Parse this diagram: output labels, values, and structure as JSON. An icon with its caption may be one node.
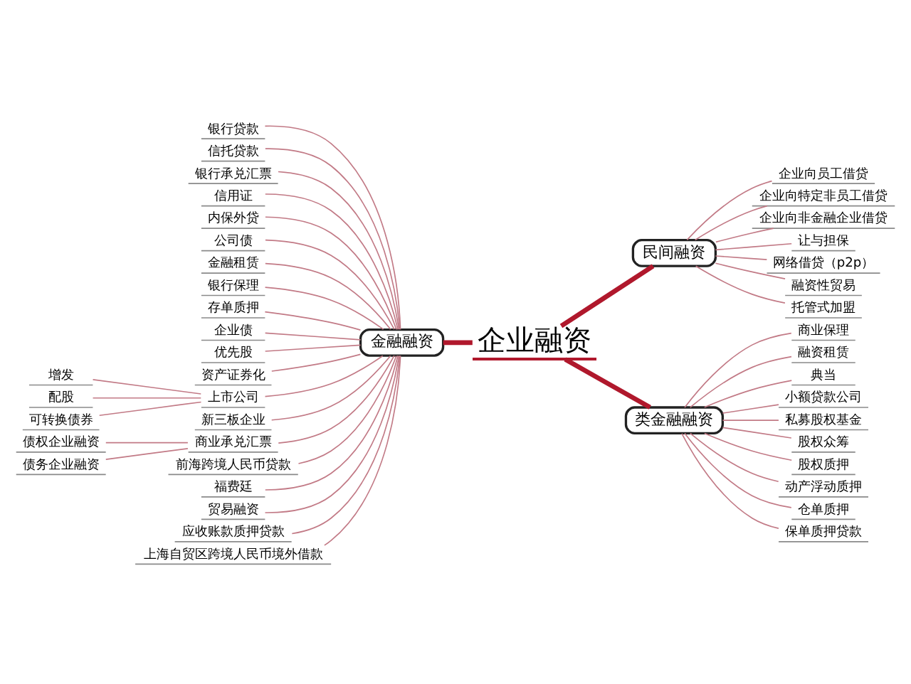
{
  "diagram": {
    "nodes": [
      {
        "text": [
          "企业融资"
        ]
      },
      {
        "text": [
          "民间融资"
        ]
      },
      {
        "text": [
          "企业向员工借贷"
        ]
      },
      {
        "text": [
          "企业向特定非员工借贷"
        ]
      },
      {
        "text": [
          "企业向非金融企业借贷"
        ]
      },
      {
        "text": [
          "让与担保"
        ]
      },
      {
        "text": [
          "网络借贷（p2p）"
        ]
      },
      {
        "text": [
          "融资性贸易"
        ]
      },
      {
        "text": [
          "托管式加盟"
        ]
      },
      {
        "text": [
          "金融融资"
        ]
      },
      {
        "text": [
          "银行贷款"
        ]
      },
      {
        "text": [
          "信托贷款"
        ]
      },
      {
        "text": [
          "银行承兑汇票"
        ]
      },
      {
        "text": [
          "信用证"
        ]
      },
      {
        "text": [
          "内保外贷"
        ]
      },
      {
        "text": [
          "公司债"
        ]
      },
      {
        "text": [
          "金融租赁"
        ]
      },
      {
        "text": [
          "银行保理"
        ]
      },
      {
        "text": [
          "存单质押"
        ]
      },
      {
        "text": [
          "企业债"
        ]
      },
      {
        "text": [
          "优先股"
        ]
      },
      {
        "text": [
          "资产证券化"
        ]
      },
      {
        "text": [
          "上市公司"
        ]
      },
      {
        "text": [
          "增发"
        ]
      },
      {
        "text": [
          "配股"
        ]
      },
      {
        "text": [
          "可转换债券"
        ]
      },
      {
        "text": [
          "新三板企业"
        ]
      },
      {
        "text": [
          "商业承兑汇票"
        ]
      },
      {
        "text": [
          "债权企业融资"
        ]
      },
      {
        "text": [
          "债务企业融资"
        ]
      },
      {
        "text": [
          "前海跨境人民币贷款"
        ]
      },
      {
        "text": [
          "福费廷"
        ]
      },
      {
        "text": [
          "贸易融资"
        ]
      },
      {
        "text": [
          "应收账款质押贷款"
        ]
      },
      {
        "text": [
          "上海自贸区跨境人民币境外借款"
        ]
      },
      {
        "text": [
          "类金融融资"
        ]
      },
      {
        "text": [
          "商业保理"
        ]
      },
      {
        "text": [
          "融资租赁"
        ]
      },
      {
        "text": [
          "典当"
        ]
      },
      {
        "text": [
          "小额贷款公司"
        ]
      },
      {
        "text": [
          "私募股权基金"
        ]
      },
      {
        "text": [
          "股权众筹"
        ]
      },
      {
        "text": [
          "股权质押"
        ]
      },
      {
        "text": [
          "动产浮动质押"
        ]
      },
      {
        "text": [
          "仓单质押"
        ]
      },
      {
        "text": [
          "保单质押贷款"
        ]
      }
    ],
    "edges": [
      {
        "from": 0,
        "to": 1,
        "arrow": "none",
        "style": "thick",
        "color": "#b0182c"
      },
      {
        "from": 0,
        "to": 9,
        "arrow": "none",
        "style": "thick",
        "color": "#b0182c"
      },
      {
        "from": 0,
        "to": 35,
        "arrow": "none",
        "style": "thick",
        "color": "#b0182c"
      },
      {
        "from": 1,
        "to": 2,
        "arrow": "none"
      },
      {
        "from": 1,
        "to": 3,
        "arrow": "none"
      },
      {
        "from": 1,
        "to": 4,
        "arrow": "none"
      },
      {
        "from": 1,
        "to": 5,
        "arrow": "none"
      },
      {
        "from": 1,
        "to": 6,
        "arrow": "none"
      },
      {
        "from": 1,
        "to": 7,
        "arrow": "none"
      },
      {
        "from": 1,
        "to": 8,
        "arrow": "none"
      },
      {
        "from": 9,
        "to": 10,
        "arrow": "none"
      },
      {
        "from": 9,
        "to": 11,
        "arrow": "none"
      },
      {
        "from": 9,
        "to": 12,
        "arrow": "none"
      },
      {
        "from": 9,
        "to": 13,
        "arrow": "none"
      },
      {
        "from": 9,
        "to": 14,
        "arrow": "none"
      },
      {
        "from": 9,
        "to": 15,
        "arrow": "none"
      },
      {
        "from": 9,
        "to": 16,
        "arrow": "none"
      },
      {
        "from": 9,
        "to": 17,
        "arrow": "none"
      },
      {
        "from": 9,
        "to": 18,
        "arrow": "none"
      },
      {
        "from": 9,
        "to": 19,
        "arrow": "none"
      },
      {
        "from": 9,
        "to": 20,
        "arrow": "none"
      },
      {
        "from": 9,
        "to": 21,
        "arrow": "none"
      },
      {
        "from": 9,
        "to": 22,
        "arrow": "none"
      },
      {
        "from": 22,
        "to": 23,
        "arrow": "none"
      },
      {
        "from": 22,
        "to": 24,
        "arrow": "none"
      },
      {
        "from": 22,
        "to": 25,
        "arrow": "none"
      },
      {
        "from": 9,
        "to": 26,
        "arrow": "none"
      },
      {
        "from": 9,
        "to": 27,
        "arrow": "none"
      },
      {
        "from": 27,
        "to": 28,
        "arrow": "none"
      },
      {
        "from": 27,
        "to": 29,
        "arrow": "none"
      },
      {
        "from": 9,
        "to": 30,
        "arrow": "none"
      },
      {
        "from": 9,
        "to": 31,
        "arrow": "none"
      },
      {
        "from": 9,
        "to": 32,
        "arrow": "none"
      },
      {
        "from": 9,
        "to": 33,
        "arrow": "none"
      },
      {
        "from": 9,
        "to": 34,
        "arrow": "none"
      },
      {
        "from": 35,
        "to": 36,
        "arrow": "none"
      },
      {
        "from": 35,
        "to": 37,
        "arrow": "none"
      },
      {
        "from": 35,
        "to": 38,
        "arrow": "none"
      },
      {
        "from": 35,
        "to": 39,
        "arrow": "none"
      },
      {
        "from": 35,
        "to": 40,
        "arrow": "none"
      },
      {
        "from": 35,
        "to": 41,
        "arrow": "none"
      },
      {
        "from": 35,
        "to": 42,
        "arrow": "none"
      },
      {
        "from": 35,
        "to": 43,
        "arrow": "none"
      },
      {
        "from": 35,
        "to": 44,
        "arrow": "none"
      },
      {
        "from": 35,
        "to": 45,
        "arrow": "none"
      }
    ]
  }
}
